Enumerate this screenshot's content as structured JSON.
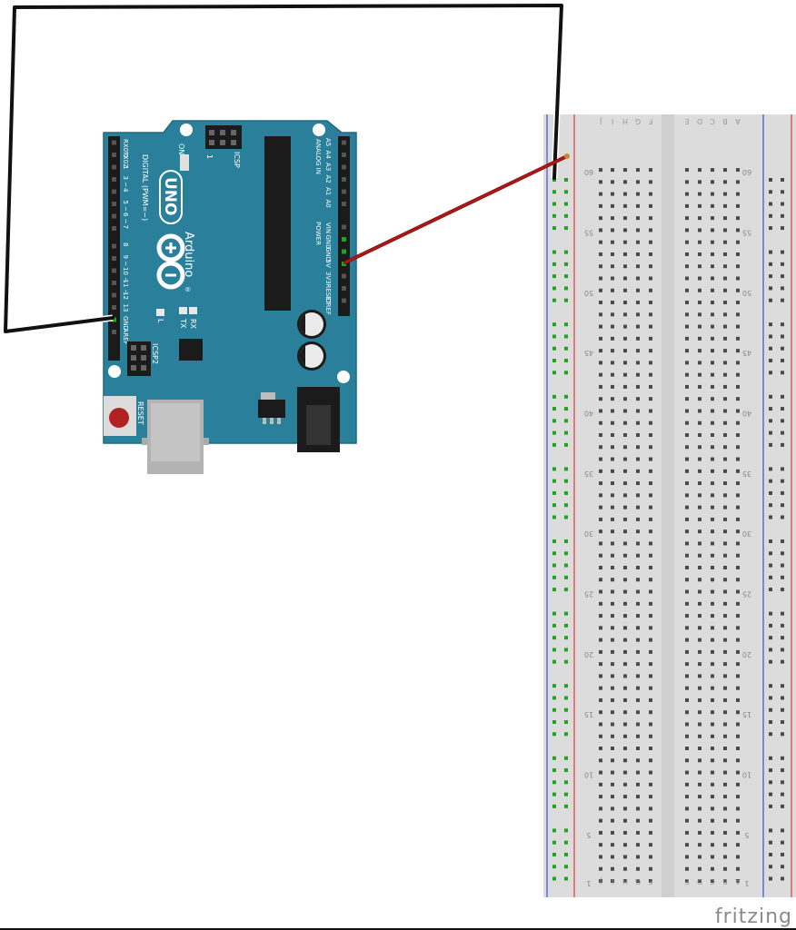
{
  "colors": {
    "board": "#2a7f9a",
    "board_edge": "#1e6a82",
    "breadboard": "#dcdcdc",
    "breadboard_inner": "#e6e6e6",
    "rail_blue": "#3b54d6",
    "rail_red": "#e23b3b",
    "wire_black": "#111111",
    "wire_red": "#b21717",
    "hole": "#4a4a4a",
    "hole_active": "#1ea51e"
  },
  "arduino": {
    "model": "UNO",
    "brand": "Arduino",
    "reg": "®",
    "digital_label": "DIGITAL (PWM=~)",
    "analog_label": "ANALOG IN",
    "power_label": "POWER",
    "icsp_label": "ICSP",
    "icsp2_label": "ICSP2",
    "reset_label": "RESET",
    "on_label": "ON",
    "l_label": "L",
    "tx_label": "TX",
    "rx_label": "RX",
    "one_label": "1",
    "digital_pins": [
      "RX0 0",
      "TX0 1",
      "2",
      "3 ~",
      "4",
      "5 ~",
      "6 ~",
      "7",
      "8",
      "9 ~",
      "10 ~",
      "11 ~",
      "12",
      "13",
      "GND",
      "AREF"
    ],
    "power_pins": [
      "VIN",
      "GND",
      "GND",
      "5V",
      "3V3",
      "RESET",
      "IOREF"
    ],
    "analog_pins": [
      "A5",
      "A4",
      "A3",
      "A2",
      "A1",
      "A0"
    ]
  },
  "breadboard": {
    "rows": 60,
    "row_labels": [
      "1",
      "5",
      "10",
      "15",
      "20",
      "25",
      "30",
      "35",
      "40",
      "45",
      "50",
      "55",
      "60"
    ],
    "col_left": [
      "J",
      "I",
      "H",
      "G",
      "F"
    ],
    "col_right": [
      "E",
      "D",
      "C",
      "B",
      "A"
    ]
  },
  "footer": {
    "brand": "fritzing"
  }
}
